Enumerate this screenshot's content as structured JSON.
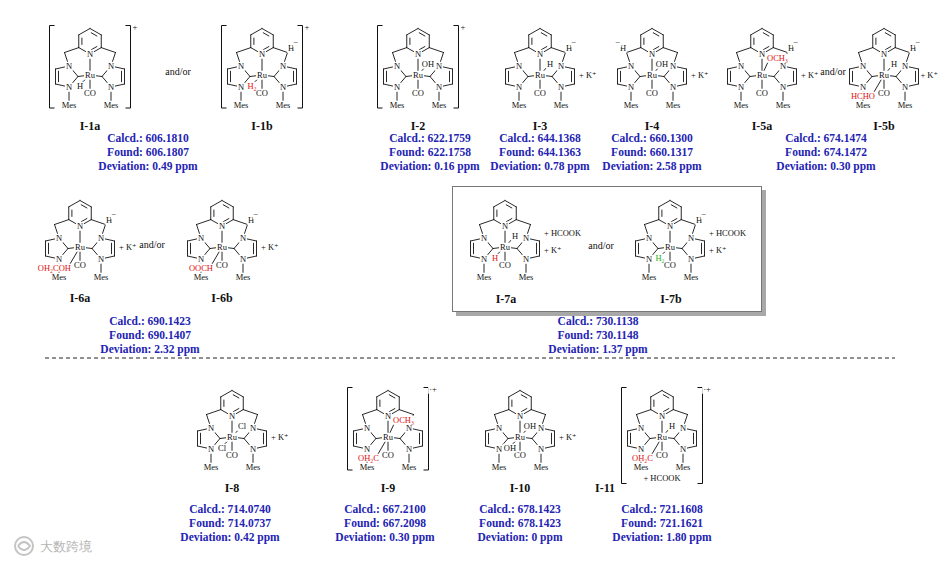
{
  "diagram": {
    "nodes": [
      {
        "text": [
          "I-7a",
          "and/or",
          "I-7b"
        ]
      }
    ],
    "labels": [
      "N",
      "N",
      "N",
      "N",
      "N",
      "Ru",
      "CO",
      "Mes",
      "Mes",
      "H",
      "+",
      "I-1a",
      "and/or",
      "N",
      "N",
      "N",
      "N",
      "N",
      "Ru",
      "CO",
      "Mes",
      "Mes",
      "H₂",
      "H",
      "−",
      "+",
      "I-1b",
      "N",
      "N",
      "N",
      "N",
      "N",
      "Ru",
      "CO",
      "Mes",
      "Mes",
      "OH",
      "+",
      "I-2",
      "N",
      "N",
      "N",
      "N",
      "N",
      "Ru",
      "CO",
      "Mes",
      "Mes",
      "H",
      "H",
      "−",
      "+ K⁺",
      "I-3",
      "N",
      "N",
      "N",
      "N",
      "N",
      "Ru",
      "CO",
      "Mes",
      "Mes",
      "H",
      "−",
      "OH",
      "+ K⁺",
      "I-4",
      "N",
      "N",
      "N",
      "N",
      "N",
      "Ru",
      "CO",
      "Mes",
      "Mes",
      "OCH₃",
      "H",
      "−",
      "+ K⁺",
      "I-5a",
      "and/or",
      "N",
      "N",
      "N",
      "N",
      "N",
      "Ru",
      "CO",
      "Mes",
      "Mes",
      "H",
      "HCHO",
      "H",
      "−",
      "+ K⁺",
      "I-5b",
      "Calcd.: 606.1810",
      "Found: 606.1807",
      "Deviation: 0.49 ppm",
      "Calcd.: 622.1759",
      "Found: 622.1758",
      "Deviation: 0.16 ppm",
      "Calcd.: 644.1368",
      "Found: 644.1363",
      "Deviation: 0.78 ppm",
      "Calcd.: 660.1300",
      "Found: 660.1317",
      "Deviation: 2.58 ppm",
      "Calcd.: 674.1474",
      "Found: 674.1472",
      "Deviation: 0.30 ppm",
      "N",
      "N",
      "N",
      "N",
      "N",
      "Ru",
      "CO",
      "Mes",
      "Mes",
      "OH₂COH",
      "H",
      "−",
      "+ K⁺",
      "I-6a",
      "and/or",
      "N",
      "N",
      "N",
      "N",
      "N",
      "Ru",
      "CO",
      "Mes",
      "Mes",
      "OOCH",
      "H",
      "−",
      "+ K⁺",
      "I-6b",
      "N",
      "N",
      "N",
      "N",
      "N",
      "Ru",
      "CO",
      "Mes",
      "Mes",
      "H",
      "H",
      "+ HCOOK",
      "+ K⁺",
      "N",
      "N",
      "N",
      "N",
      "N",
      "Ru",
      "CO",
      "Mes",
      "Mes",
      "H₂",
      "H",
      "−",
      "+ HCOOK",
      "+ K⁺",
      "Calcd.: 690.1423",
      "Found: 690.1407",
      "Deviation: 2.32 ppm",
      "Calcd.: 730.1138",
      "Found: 730.1148",
      "Deviation: 1.37 ppm",
      "N",
      "N",
      "N",
      "N",
      "N",
      "Ru",
      "CO",
      "Mes",
      "Mes",
      "Cl",
      "Cl",
      "+ K⁺",
      "I-8",
      "N",
      "N",
      "N",
      "N",
      "N",
      "Ru",
      "CO",
      "Mes",
      "Mes",
      "OCH₃",
      "OH₂C",
      "·+",
      "I-9",
      "N",
      "N",
      "N",
      "N",
      "N",
      "Ru",
      "CO",
      "Mes",
      "Mes",
      "OH",
      "OH",
      "+ K⁺",
      "I-10",
      "N",
      "N",
      "N",
      "N",
      "N",
      "Ru",
      "CO",
      "Mes",
      "Mes",
      "H",
      "OH₂C",
      "+ HCOOK",
      "·+",
      "I-11",
      "Calcd.: 714.0740",
      "Found: 714.0737",
      "Deviation: 0.42 ppm",
      "Calcd.: 667.2100",
      "Found: 667.2098",
      "Deviation: 0.30 ppm",
      "Calcd.: 678.1423",
      "Found: 678.1423",
      "Deviation: 0 ppm",
      "Calcd.: 721.1608",
      "Found: 721.1621",
      "Deviation: 1.80 ppm",
      "大数跨境"
    ]
  }
}
